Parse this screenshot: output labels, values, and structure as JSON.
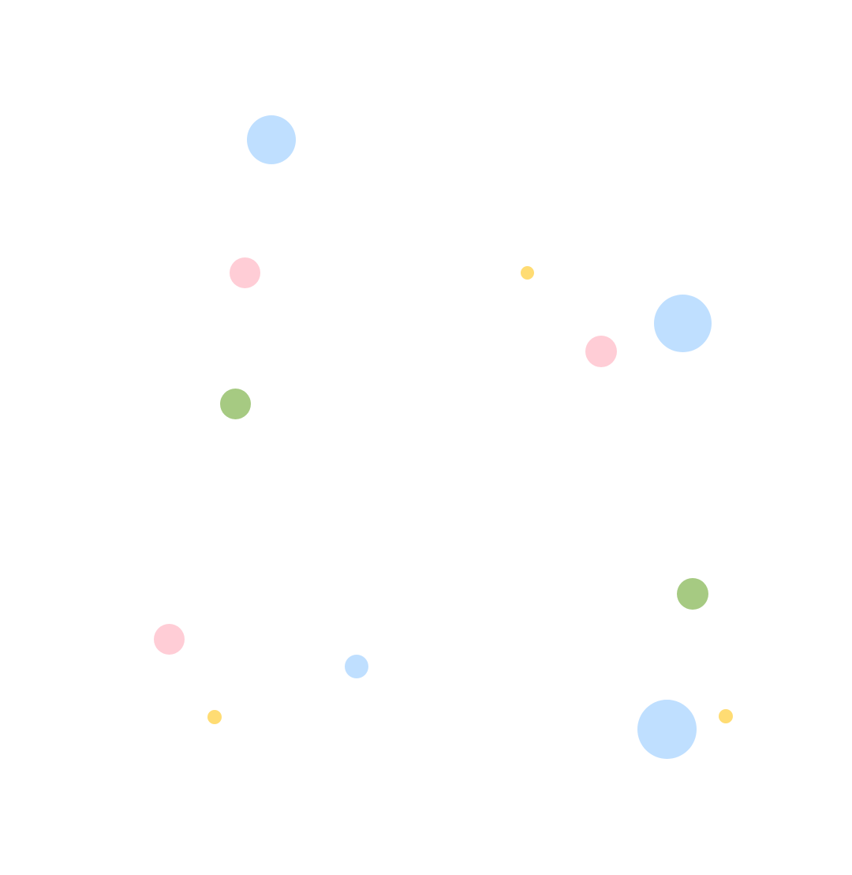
{
  "palette": {
    "background": "#ffffff",
    "blue": "#bfdfff",
    "pink": "#ffcdd6",
    "yellow": "#ffdc73",
    "green": "#a6ca82"
  },
  "dots": [
    {
      "color": "blue"
    },
    {
      "color": "pink"
    },
    {
      "color": "yellow"
    },
    {
      "color": "blue"
    },
    {
      "color": "pink"
    },
    {
      "color": "green"
    },
    {
      "color": "green"
    },
    {
      "color": "pink"
    },
    {
      "color": "blue"
    },
    {
      "color": "yellow"
    },
    {
      "color": "blue"
    },
    {
      "color": "yellow"
    }
  ]
}
